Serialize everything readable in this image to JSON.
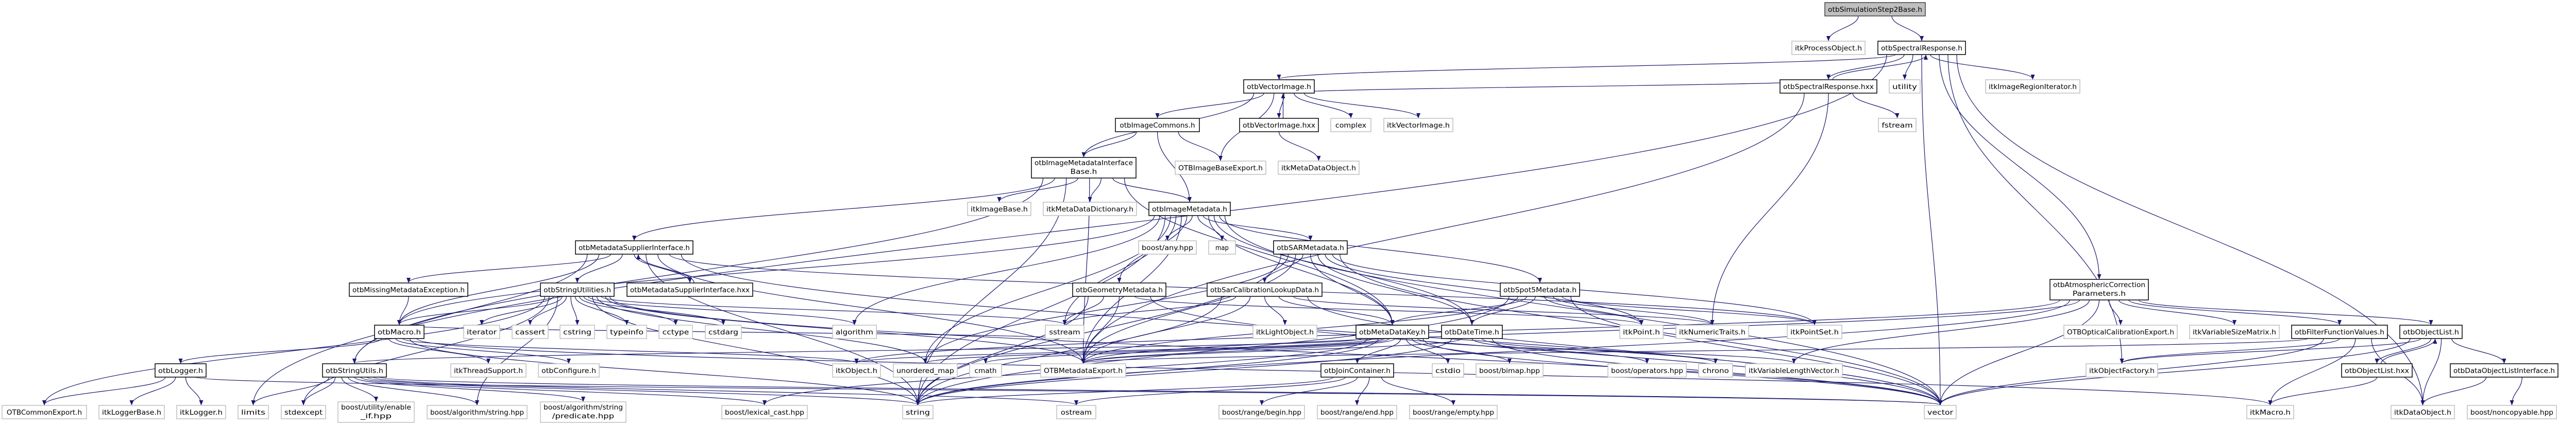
{
  "graph": {
    "colors": {
      "edge": "#191970",
      "root_fill": "#bfbfbf",
      "documented_border": "#000000",
      "external_border": "#bfbfbf"
    },
    "nodes": [
      {
        "label": "otbSimulationStep2Base.h",
        "lines": [
          "otbSimulationStep2Base.h"
        ],
        "kind": "root"
      },
      {
        "label": "itkProcessObject.h",
        "lines": [
          "itkProcessObject.h"
        ],
        "kind": "ext"
      },
      {
        "label": "otbSpectralResponse.h",
        "lines": [
          "otbSpectralResponse.h"
        ],
        "kind": "doc"
      },
      {
        "label": "otbVectorImage.h",
        "lines": [
          "otbVectorImage.h"
        ],
        "kind": "doc"
      },
      {
        "label": "otbSpectralResponse.hxx",
        "lines": [
          "otbSpectralResponse.hxx"
        ],
        "kind": "doc"
      },
      {
        "label": "utility",
        "lines": [
          "utility"
        ],
        "kind": "ext"
      },
      {
        "label": "itkImageRegionIterator.h",
        "lines": [
          "itkImageRegionIterator.h"
        ],
        "kind": "ext"
      },
      {
        "label": "otbImageCommons.h",
        "lines": [
          "otbImageCommons.h"
        ],
        "kind": "doc"
      },
      {
        "label": "otbVectorImage.hxx",
        "lines": [
          "otbVectorImage.hxx"
        ],
        "kind": "doc"
      },
      {
        "label": "complex",
        "lines": [
          "complex"
        ],
        "kind": "ext"
      },
      {
        "label": "itkVectorImage.h",
        "lines": [
          "itkVectorImage.h"
        ],
        "kind": "ext"
      },
      {
        "label": "fstream",
        "lines": [
          "fstream"
        ],
        "kind": "ext"
      },
      {
        "label": "otbImageMetadataInterfaceBase.h",
        "lines": [
          "otbImageMetadataInterface",
          "Base.h"
        ],
        "kind": "doc"
      },
      {
        "label": "OTBImageBaseExport.h",
        "lines": [
          "OTBImageBaseExport.h"
        ],
        "kind": "ext"
      },
      {
        "label": "itkMetaDataObject.h",
        "lines": [
          "itkMetaDataObject.h"
        ],
        "kind": "ext"
      },
      {
        "label": "itkImageBase.h",
        "lines": [
          "itkImageBase.h"
        ],
        "kind": "ext"
      },
      {
        "label": "itkMetaDataDictionary.h",
        "lines": [
          "itkMetaDataDictionary.h"
        ],
        "kind": "ext"
      },
      {
        "label": "otbImageMetadata.h",
        "lines": [
          "otbImageMetadata.h"
        ],
        "kind": "doc"
      },
      {
        "label": "otbMetadataSupplierInterface.h",
        "lines": [
          "otbMetadataSupplierInterface.h"
        ],
        "kind": "doc"
      },
      {
        "label": "boost/any.hpp",
        "lines": [
          "boost/any.hpp"
        ],
        "kind": "ext"
      },
      {
        "label": "map",
        "lines": [
          "map"
        ],
        "kind": "ext"
      },
      {
        "label": "otbSARMetadata.h",
        "lines": [
          "otbSARMetadata.h"
        ],
        "kind": "doc"
      },
      {
        "label": "otbMissingMetadataException.h",
        "lines": [
          "otbMissingMetadataException.h"
        ],
        "kind": "doc"
      },
      {
        "label": "otbStringUtilities.h",
        "lines": [
          "otbStringUtilities.h"
        ],
        "kind": "doc"
      },
      {
        "label": "otbMetadataSupplierInterface.hxx",
        "lines": [
          "otbMetadataSupplierInterface.hxx"
        ],
        "kind": "doc"
      },
      {
        "label": "otbGeometryMetadata.h",
        "lines": [
          "otbGeometryMetadata.h"
        ],
        "kind": "doc"
      },
      {
        "label": "otbSarCalibrationLookupData.h",
        "lines": [
          "otbSarCalibrationLookupData.h"
        ],
        "kind": "doc"
      },
      {
        "label": "otbSpot5Metadata.h",
        "lines": [
          "otbSpot5Metadata.h"
        ],
        "kind": "doc"
      },
      {
        "label": "otbAtmosphericCorrectionParameters.h",
        "lines": [
          "otbAtmosphericCorrection",
          "Parameters.h"
        ],
        "kind": "doc"
      },
      {
        "label": "otbMacro.h",
        "lines": [
          "otbMacro.h"
        ],
        "kind": "doc"
      },
      {
        "label": "iterator",
        "lines": [
          "iterator"
        ],
        "kind": "ext"
      },
      {
        "label": "cassert",
        "lines": [
          "cassert"
        ],
        "kind": "ext"
      },
      {
        "label": "cstring",
        "lines": [
          "cstring"
        ],
        "kind": "ext"
      },
      {
        "label": "typeinfo",
        "lines": [
          "typeinfo"
        ],
        "kind": "ext"
      },
      {
        "label": "cctype",
        "lines": [
          "cctype"
        ],
        "kind": "ext"
      },
      {
        "label": "cstdarg",
        "lines": [
          "cstdarg"
        ],
        "kind": "ext"
      },
      {
        "label": "algorithm",
        "lines": [
          "algorithm"
        ],
        "kind": "ext"
      },
      {
        "label": "sstream",
        "lines": [
          "sstream"
        ],
        "kind": "ext"
      },
      {
        "label": "itkLightObject.h",
        "lines": [
          "itkLightObject.h"
        ],
        "kind": "ext"
      },
      {
        "label": "otbMetaDataKey.h",
        "lines": [
          "otbMetaDataKey.h"
        ],
        "kind": "doc"
      },
      {
        "label": "otbDateTime.h",
        "lines": [
          "otbDateTime.h"
        ],
        "kind": "doc"
      },
      {
        "label": "itkPoint.h",
        "lines": [
          "itkPoint.h"
        ],
        "kind": "ext"
      },
      {
        "label": "itkNumericTraits.h",
        "lines": [
          "itkNumericTraits.h"
        ],
        "kind": "ext"
      },
      {
        "label": "itkPointSet.h",
        "lines": [
          "itkPointSet.h"
        ],
        "kind": "ext"
      },
      {
        "label": "OTBOpticalCalibrationExport.h",
        "lines": [
          "OTBOpticalCalibrationExport.h"
        ],
        "kind": "ext"
      },
      {
        "label": "itkVariableSizeMatrix.h",
        "lines": [
          "itkVariableSizeMatrix.h"
        ],
        "kind": "ext"
      },
      {
        "label": "otbFilterFunctionValues.h",
        "lines": [
          "otbFilterFunctionValues.h"
        ],
        "kind": "doc"
      },
      {
        "label": "otbObjectList.h",
        "lines": [
          "otbObjectList.h"
        ],
        "kind": "doc"
      },
      {
        "label": "otbLogger.h",
        "lines": [
          "otbLogger.h"
        ],
        "kind": "doc"
      },
      {
        "label": "otbStringUtils.h",
        "lines": [
          "otbStringUtils.h"
        ],
        "kind": "doc"
      },
      {
        "label": "itkThreadSupport.h",
        "lines": [
          "itkThreadSupport.h"
        ],
        "kind": "ext"
      },
      {
        "label": "otbConfigure.h",
        "lines": [
          "otbConfigure.h"
        ],
        "kind": "ext"
      },
      {
        "label": "itkObject.h",
        "lines": [
          "itkObject.h"
        ],
        "kind": "ext"
      },
      {
        "label": "unordered_map",
        "lines": [
          "unordered_map"
        ],
        "kind": "ext"
      },
      {
        "label": "cmath",
        "lines": [
          "cmath"
        ],
        "kind": "ext"
      },
      {
        "label": "OTBMetadataExport.h",
        "lines": [
          "OTBMetadataExport.h"
        ],
        "kind": "ext"
      },
      {
        "label": "otbJoinContainer.h",
        "lines": [
          "otbJoinContainer.h"
        ],
        "kind": "doc"
      },
      {
        "label": "cstdio",
        "lines": [
          "cstdio"
        ],
        "kind": "ext"
      },
      {
        "label": "boost/bimap.hpp",
        "lines": [
          "boost/bimap.hpp"
        ],
        "kind": "ext"
      },
      {
        "label": "boost/operators.hpp",
        "lines": [
          "boost/operators.hpp"
        ],
        "kind": "ext"
      },
      {
        "label": "chrono",
        "lines": [
          "chrono"
        ],
        "kind": "ext"
      },
      {
        "label": "itkVariableLengthVector.h",
        "lines": [
          "itkVariableLengthVector.h"
        ],
        "kind": "ext"
      },
      {
        "label": "itkObjectFactory.h",
        "lines": [
          "itkObjectFactory.h"
        ],
        "kind": "ext"
      },
      {
        "label": "otbObjectList.hxx",
        "lines": [
          "otbObjectList.hxx"
        ],
        "kind": "doc"
      },
      {
        "label": "otbDataObjectListInterface.h",
        "lines": [
          "otbDataObjectListInterface.h"
        ],
        "kind": "doc"
      },
      {
        "label": "OTBCommonExport.h",
        "lines": [
          "OTBCommonExport.h"
        ],
        "kind": "ext"
      },
      {
        "label": "itkLoggerBase.h",
        "lines": [
          "itkLoggerBase.h"
        ],
        "kind": "ext"
      },
      {
        "label": "itkLogger.h",
        "lines": [
          "itkLogger.h"
        ],
        "kind": "ext"
      },
      {
        "label": "limits",
        "lines": [
          "limits"
        ],
        "kind": "ext"
      },
      {
        "label": "stdexcept",
        "lines": [
          "stdexcept"
        ],
        "kind": "ext"
      },
      {
        "label": "boost/utility/enable_if.hpp",
        "lines": [
          "boost/utility/enable",
          "_if.hpp"
        ],
        "kind": "ext"
      },
      {
        "label": "boost/algorithm/string.hpp",
        "lines": [
          "boost/algorithm/string.hpp"
        ],
        "kind": "ext"
      },
      {
        "label": "boost/algorithm/string/predicate.hpp",
        "lines": [
          "boost/algorithm/string",
          "/predicate.hpp"
        ],
        "kind": "ext"
      },
      {
        "label": "boost/lexical_cast.hpp",
        "lines": [
          "boost/lexical_cast.hpp"
        ],
        "kind": "ext"
      },
      {
        "label": "string",
        "lines": [
          "string"
        ],
        "kind": "ext"
      },
      {
        "label": "ostream",
        "lines": [
          "ostream"
        ],
        "kind": "ext"
      },
      {
        "label": "boost/range/begin.hpp",
        "lines": [
          "boost/range/begin.hpp"
        ],
        "kind": "ext"
      },
      {
        "label": "boost/range/end.hpp",
        "lines": [
          "boost/range/end.hpp"
        ],
        "kind": "ext"
      },
      {
        "label": "boost/range/empty.hpp",
        "lines": [
          "boost/range/empty.hpp"
        ],
        "kind": "ext"
      },
      {
        "label": "vector",
        "lines": [
          "vector"
        ],
        "kind": "ext"
      },
      {
        "label": "itkMacro.h",
        "lines": [
          "itkMacro.h"
        ],
        "kind": "ext"
      },
      {
        "label": "itkDataObject.h",
        "lines": [
          "itkDataObject.h"
        ],
        "kind": "ext"
      },
      {
        "label": "boost/noncopyable.hpp",
        "lines": [
          "boost/noncopyable.hpp"
        ],
        "kind": "ext"
      }
    ],
    "edges": [
      {
        "from": "otbSimulationStep2Base.h",
        "to": [
          "itkProcessObject.h",
          "otbSpectralResponse.h"
        ]
      },
      {
        "from": "otbSpectralResponse.h",
        "to": [
          "otbVectorImage.h",
          "otbSpectralResponse.hxx",
          "utility",
          "itkImageRegionIterator.h",
          "otbAtmosphericCorrectionParameters.h",
          "vector",
          "itkObjectFactory.h",
          "limits",
          "itkDataObject.h"
        ]
      },
      {
        "from": "otbSpectralResponse.hxx",
        "to": [
          "otbSpectralResponse.h",
          "fstream",
          "itkNumericTraits.h",
          "otbVectorImage.h",
          "OTBMetadataExport.h"
        ]
      },
      {
        "from": "otbVectorImage.h",
        "to": [
          "otbImageCommons.h",
          "otbVectorImage.hxx",
          "complex",
          "itkVectorImage.h",
          "OTBImageBaseExport.h",
          "otbImageMetadataInterfaceBase.h"
        ]
      },
      {
        "from": "otbVectorImage.hxx",
        "to": [
          "otbVectorImage.h",
          "itkMetaDataObject.h"
        ]
      },
      {
        "from": "otbImageCommons.h",
        "to": [
          "otbImageMetadataInterfaceBase.h",
          "OTBImageBaseExport.h",
          "otbImageMetadata.h"
        ]
      },
      {
        "from": "otbImageMetadataInterfaceBase.h",
        "to": [
          "itkImageBase.h",
          "itkMetaDataDictionary.h",
          "otbImageMetadata.h",
          "otbMetadataSupplierInterface.h",
          "OTBMetadataExport.h",
          "otbMetaDataKey.h",
          "otbStringUtils.h",
          "string"
        ]
      },
      {
        "from": "otbImageMetadata.h",
        "to": [
          "boost/any.hpp",
          "map",
          "otbSARMetadata.h",
          "otbGeometryMetadata.h",
          "otbMetaDataKey.h",
          "otbSpot5Metadata.h",
          "OTBMetadataExport.h",
          "string",
          "vector",
          "unordered_map",
          "algorithm",
          "otbMacro.h",
          "sstream",
          "otbDateTime.h"
        ]
      },
      {
        "from": "otbMetadataSupplierInterface.h",
        "to": [
          "otbMissingMetadataException.h",
          "otbStringUtilities.h",
          "otbMetadataSupplierInterface.hxx",
          "otbMacro.h",
          "OTBMetadataExport.h",
          "vector",
          "itkPointSet.h",
          "string",
          "otbStringUtils.h"
        ]
      },
      {
        "from": "otbMetadataSupplierInterface.hxx",
        "to": [
          "otbMetadataSupplierInterface.h"
        ]
      },
      {
        "from": "otbMissingMetadataException.h",
        "to": [
          "otbMacro.h"
        ]
      },
      {
        "from": "otbStringUtilities.h",
        "to": [
          "otbMacro.h",
          "iterator",
          "cassert",
          "cstring",
          "typeinfo",
          "cctype",
          "cstdarg",
          "algorithm",
          "sstream",
          "string",
          "vector",
          "stdexcept",
          "OTBCommonExport.h",
          "boost/algorithm/string.hpp",
          "unordered_map",
          "OTBMetadataExport.h"
        ]
      },
      {
        "from": "otbMacro.h",
        "to": [
          "otbLogger.h",
          "itkThreadSupport.h",
          "otbConfigure.h",
          "itkObject.h",
          "string",
          "sstream",
          "itkMacro.h"
        ]
      },
      {
        "from": "otbLogger.h",
        "to": [
          "OTBCommonExport.h",
          "itkLoggerBase.h",
          "itkLogger.h",
          "vector"
        ]
      },
      {
        "from": "otbStringUtils.h",
        "to": [
          "limits",
          "stdexcept",
          "boost/utility/enable_if.hpp",
          "boost/algorithm/string.hpp",
          "boost/algorithm/string/predicate.hpp",
          "boost/lexical_cast.hpp",
          "string",
          "vector",
          "ostream"
        ]
      },
      {
        "from": "otbGeometryMetadata.h",
        "to": [
          "sstream",
          "OTBMetadataExport.h",
          "string",
          "vector",
          "itkPoint.h"
        ]
      },
      {
        "from": "otbSarCalibrationLookupData.h",
        "to": [
          "itkLightObject.h",
          "otbMetaDataKey.h",
          "OTBMetadataExport.h",
          "string",
          "vector",
          "itkNumericTraits.h",
          "sstream"
        ]
      },
      {
        "from": "otbSARMetadata.h",
        "to": [
          "otbSarCalibrationLookupData.h",
          "otbMetaDataKey.h",
          "otbDateTime.h",
          "itkPoint.h",
          "itkPointSet.h",
          "vector",
          "string",
          "OTBMetadataExport.h",
          "unordered_map"
        ]
      },
      {
        "from": "otbSpot5Metadata.h",
        "to": [
          "otbMetaDataKey.h",
          "otbDateTime.h",
          "itkPoint.h",
          "itkPointSet.h",
          "vector",
          "string",
          "OTBMetadataExport.h",
          "itkNumericTraits.h"
        ]
      },
      {
        "from": "otbMetaDataKey.h",
        "to": [
          "otbJoinContainer.h",
          "cstdio",
          "boost/bimap.hpp",
          "string",
          "vector",
          "OTBMetadataExport.h",
          "itkVariableLengthVector.h",
          "unordered_map",
          "cmath",
          "boost/lexical_cast.hpp",
          "itkObject.h",
          "otbStringUtils.h"
        ]
      },
      {
        "from": "otbDateTime.h",
        "to": [
          "boost/operators.hpp",
          "chrono",
          "OTBMetadataExport.h",
          "string",
          "vector"
        ]
      },
      {
        "from": "otbJoinContainer.h",
        "to": [
          "boost/range/begin.hpp",
          "boost/range/end.hpp",
          "boost/range/empty.hpp",
          "string",
          "ostream"
        ]
      },
      {
        "from": "otbAtmosphericCorrectionParameters.h",
        "to": [
          "OTBOpticalCalibrationExport.h",
          "itkVariableSizeMatrix.h",
          "otbFilterFunctionValues.h",
          "otbObjectList.h",
          "vector",
          "itkObject.h",
          "OTBMetadataExport.h",
          "string",
          "itkVariableLengthVector.h"
        ]
      },
      {
        "from": "otbFilterFunctionValues.h",
        "to": [
          "itkObjectFactory.h",
          "vector",
          "itkMacro.h",
          "itkDataObject.h",
          "OTBMetadataExport.h"
        ]
      },
      {
        "from": "otbObjectList.h",
        "to": [
          "otbObjectList.hxx",
          "otbDataObjectListInterface.h",
          "itkDataObject.h",
          "itkObjectFactory.h",
          "vector"
        ]
      },
      {
        "from": "otbObjectList.hxx",
        "to": [
          "otbObjectList.h",
          "itkMacro.h"
        ]
      },
      {
        "from": "otbDataObjectListInterface.h",
        "to": [
          "itkDataObject.h",
          "boost/noncopyable.hpp"
        ]
      }
    ]
  }
}
